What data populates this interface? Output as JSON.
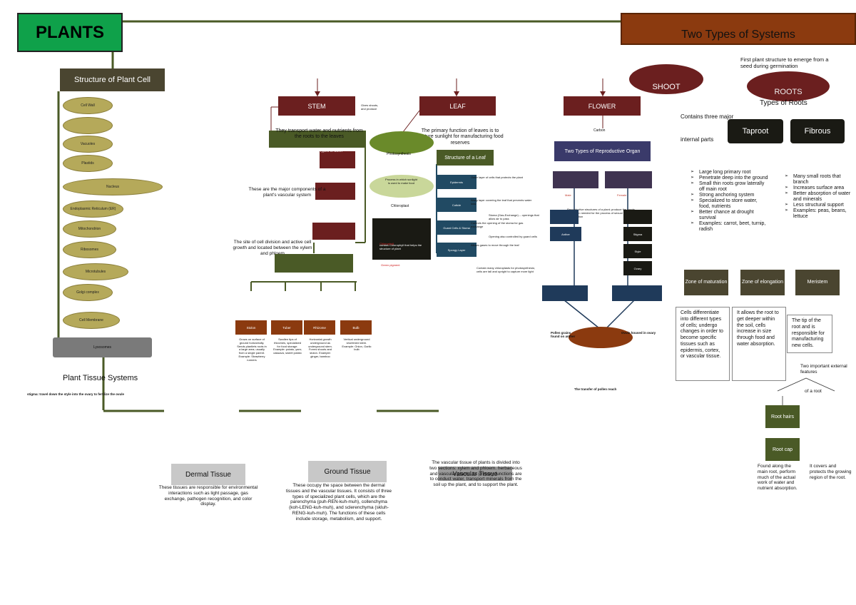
{
  "title": "PLANTS",
  "systems_title": "Two Types of Systems",
  "cell": {
    "header": "Structure of Plant Cell",
    "organelles": [
      "Cell Wall",
      "",
      "Vacuoles",
      "Plastids",
      "Nucleus",
      "Endoplasmic Reticulum (ER)",
      "Mitochondrion",
      "Ribosomes",
      "Microtubules",
      "Golgi complex",
      "Cell Membrane"
    ],
    "lysosomes": "Lysosomes"
  },
  "tissue": {
    "header": "Plant Tissue Systems",
    "stigma_note": "stigma: travel down the style into the ovary to fertilize the ovule",
    "dermal": {
      "label": "Dermal Tissue",
      "text": "These tissues are responsible for environmental interactions such as light passage, gas exchange, pathogen recognition, and color display."
    },
    "ground": {
      "label": "Ground Tissue",
      "text": "These occupy the space between the dermal tissues and the vascular tissues. It consists of three types of specialized plant cells, which are the parenchyma (puh-REN-kuh-muh), collenchyma (koh-LENG-kuh-muh), and sclerenchyma (skluh-RENG-kuh-muh). The functions of these cells include storage, metabolism, and support."
    },
    "vascular": {
      "label": "Vascular Tissue",
      "text": "The vascular tissue of plants is divided into two sections: xylem and phloem. herbaceous and vascular plants. Its primary functions are to conduct water, transport minerals from the soil up the plant, and to support the plant."
    }
  },
  "stem": {
    "label": "STEM",
    "side_note": "Gives shoots, and produce",
    "transport": "They transport water and nutrients from the roots to the leaves",
    "types_label": "Types of Stem",
    "vascular_note": "These are the major components of a plant's vascular system",
    "meristem_note": "The site of cell division and active cell growth and located between the xylem and phloem",
    "kinds": [
      {
        "label": "Stolon",
        "text": "Grows on surface of ground horizontally. Sends plantlets roots in a large area; usually from a single parent. Example: Strawberry runners"
      },
      {
        "label": "Tuber",
        "text": "Swollen tips of rhizomes, specialized for food storage. Example: potato, yam; cassava, sweet potato"
      },
      {
        "label": "Rhizome",
        "text": "Horizontal growth underground as underground stem. Forms shoots and stolon. Example: ginger, bamboo"
      },
      {
        "label": "Bulb",
        "text": "Vertical underground shortened stem. Example: Onion, Garlic bulb"
      }
    ]
  },
  "leaf": {
    "label": "LEAF",
    "function": "The primary function of leaves is to capture sunlight for manufacturing food reserves",
    "structure_label": "Structure of a Leaf",
    "photosynthesis": "Photosynthesis",
    "process_note": "Process in which sunlight is used to make food",
    "chloroplast": "Chloroplast",
    "dark_text": "contain Chlorophyll that helps the structure of plant",
    "red_text": "Chlorophyll",
    "red_text2": "Green pigment",
    "rows": [
      {
        "label": "Epidermis",
        "text": "Outer layer of cells that protects the plant"
      },
      {
        "label": "Cuticle",
        "text": "Waxy layer covering the leaf that prevents water loss"
      },
      {
        "label": "Guard Cells & Stoma",
        "text": "Controls the opening of the stoma for gas exchange"
      },
      {
        "label": "Spongy Layer",
        "text": "Allows gases to move through the leaf"
      }
    ],
    "row_notes": [
      "Stoma (Gas-Exchange) -- openings that allow air to pass",
      "Opening also controlled by guard cells",
      "Contain many chloroplasts for photosynthesis; cells are tall and upright to capture more light"
    ]
  },
  "flower": {
    "label": "FLOWER",
    "carbon": "Carbon",
    "repro_label": "Two Types of Reproductive Organ",
    "male": "Male",
    "female": "Female",
    "anther": "Anther",
    "stigma": "Stigma",
    "style": "Style",
    "ovary": "Ovary",
    "pollen_note": "Pollen grains found on anther",
    "ovule_note": "Ovule housed in ovary",
    "transfer": "The transfer of pollen reach",
    "organ_note": "Reproductive structures of a plant; produce the seeds and pollen needed for the process of sexual reproduction"
  },
  "shoot": {
    "label": "SHOOT",
    "contains": "Contains three major internal parts"
  },
  "roots": {
    "label": "ROOTS",
    "first": "First plant structure to emerge from a seed during germination",
    "types": "Types of Roots",
    "taproot": "Taproot",
    "fibrous": "Fibrous",
    "taproot_points": [
      "Large long primary root",
      "Penetrate deep into the ground",
      "Small thin roots grow laterally off main root",
      "Strong anchoring system",
      "Specialized to store water, food, nutrients",
      "Better chance at drought survival",
      "Examples: carrot, beet, turnip, radish"
    ],
    "fibrous_points": [
      "Many small roots that branch",
      "Increases surface area",
      "Better absorption of water and minerals",
      "Less structural support",
      "Examples: peas, beans, lettuce"
    ],
    "zones": [
      {
        "label": "Zone of maturation",
        "text": "Cells differentiate into different types of cells; undergo changes in order to become specific tissues such as epidermis, cortex, or vascular tissue."
      },
      {
        "label": "Zone of elongation",
        "text": "It allows the root to get deeper within the soil, cells increase in size through food and water absorption."
      },
      {
        "label": "Meristem",
        "text": "The tip of the root and is responsible for manufacturing new cells."
      }
    ],
    "external_label": "Two important external features",
    "external_sub": "of a root",
    "hairs": {
      "label": "Root hairs",
      "text": "Found along the main root, perform much of the actual work of water and nutrient absorption."
    },
    "cap": {
      "label": "Root cap",
      "text": "It covers and protects the growing region of the root."
    }
  },
  "colors": {
    "green": "#0fa14a",
    "rust": "#8b3a0f",
    "maroon": "#6b1f1f",
    "olive": "#4a5a26",
    "navy": "#1f3a5a",
    "gray": "#c8c8c8"
  }
}
